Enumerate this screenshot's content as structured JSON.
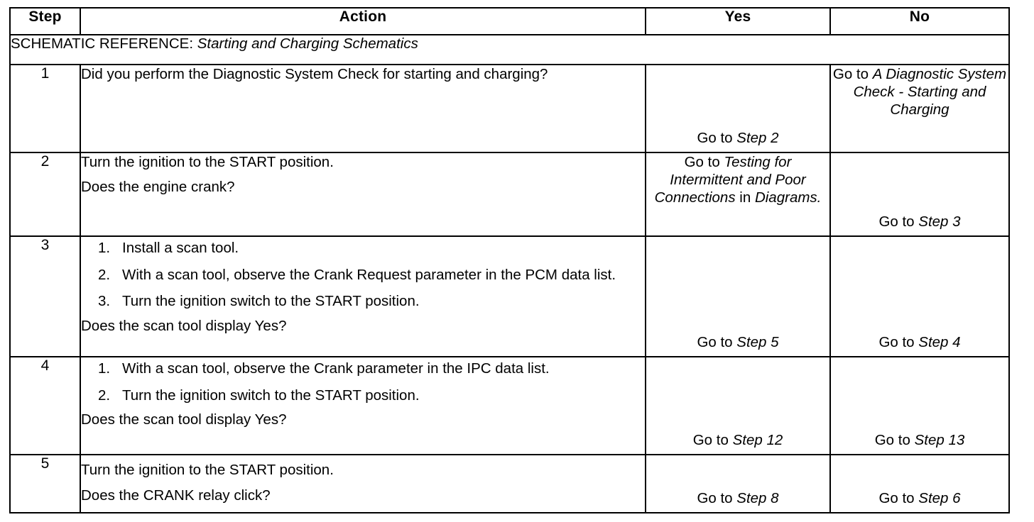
{
  "table": {
    "headers": {
      "step": "Step",
      "action": "Action",
      "yes": "Yes",
      "no": "No"
    },
    "schematic_reference": {
      "label": "SCHEMATIC REFERENCE:",
      "reference": "Starting and Charging Schematics"
    },
    "rows": [
      {
        "step": "1",
        "action_paragraphs": [
          "Did you perform the Diagnostic System Check for starting and charging?"
        ],
        "action_list": [],
        "yes": {
          "prefix": "Go to ",
          "ref": "Step 2",
          "suffix": ""
        },
        "no": {
          "prefix": "Go to ",
          "ref": "A Diagnostic System Check - Starting and Charging",
          "suffix": ""
        }
      },
      {
        "step": "2",
        "action_paragraphs": [
          "Turn the ignition to the START position.",
          "Does the engine crank?"
        ],
        "action_list": [],
        "yes": {
          "prefix": "Go to ",
          "ref": "Testing for Intermittent and Poor Connections",
          "mid": " in ",
          "ref2": "Diagrams.",
          "suffix": ""
        },
        "no": {
          "prefix": "Go to ",
          "ref": "Step 3",
          "suffix": ""
        }
      },
      {
        "step": "3",
        "action_paragraphs": [
          "Does the scan tool display Yes?"
        ],
        "action_list": [
          {
            "num": "1.",
            "text": "Install a scan tool."
          },
          {
            "num": "2.",
            "text": "With a scan tool, observe the Crank Request parameter in the PCM data list."
          },
          {
            "num": "3.",
            "text": "Turn the ignition switch to the START position."
          }
        ],
        "yes": {
          "prefix": "Go to ",
          "ref": "Step 5",
          "suffix": ""
        },
        "no": {
          "prefix": "Go to ",
          "ref": "Step 4",
          "suffix": ""
        }
      },
      {
        "step": "4",
        "action_paragraphs": [
          "Does the scan tool display Yes?"
        ],
        "action_list": [
          {
            "num": "1.",
            "text": "With a scan tool, observe the Crank parameter in the IPC data list."
          },
          {
            "num": "2.",
            "text": "Turn the ignition switch to the START position."
          }
        ],
        "yes": {
          "prefix": "Go to ",
          "ref": "Step 12",
          "suffix": ""
        },
        "no": {
          "prefix": "Go to ",
          "ref": "Step 13",
          "suffix": ""
        }
      },
      {
        "step": "5",
        "action_paragraphs": [
          "Turn the ignition to the START position.",
          "Does the CRANK relay click?"
        ],
        "action_list": [],
        "yes": {
          "prefix": "Go to ",
          "ref": "Step 8",
          "suffix": ""
        },
        "no": {
          "prefix": "Go to ",
          "ref": "Step 6",
          "suffix": ""
        }
      }
    ]
  },
  "colors": {
    "border": "#000000",
    "text": "#000000",
    "background": "#ffffff"
  }
}
